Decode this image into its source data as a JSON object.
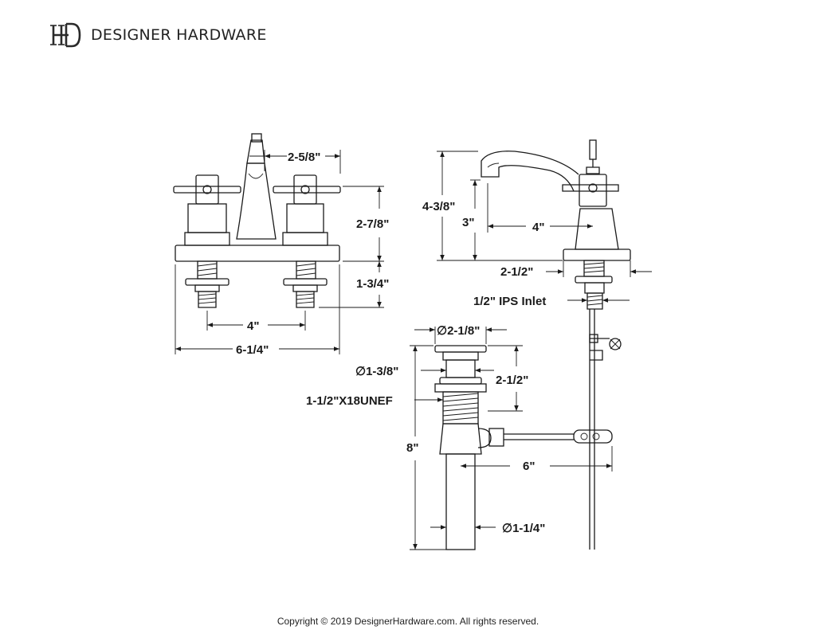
{
  "brand": {
    "logo_icon": "hd-monogram-icon",
    "name": "DESIGNER HARDWARE"
  },
  "dimensions": {
    "spout_offset": "2-5/8\"",
    "handle_height": "2-7/8\"",
    "shank_length": "1-3/4\"",
    "center_spread": "4\"",
    "overall_width": "6-1/4\"",
    "faucet_height": "4-3/8\"",
    "spout_height": "3\"",
    "spout_reach": "4\"",
    "deck_depth": "2-1/2\"",
    "inlet": "1/2\" IPS Inlet",
    "flange_diameter": "∅2-1/8\"",
    "body_diameter": "∅1-3/8\"",
    "drain_upper": "2-1/2\"",
    "thread_spec": "1-1/2\"X18UNEF",
    "drain_length": "8\"",
    "lift_rod_reach": "6\"",
    "tailpiece_diameter": "∅1-1/4\""
  },
  "footer": {
    "copyright": "Copyright © 2019 DesignerHardware.com. All rights reserved."
  }
}
